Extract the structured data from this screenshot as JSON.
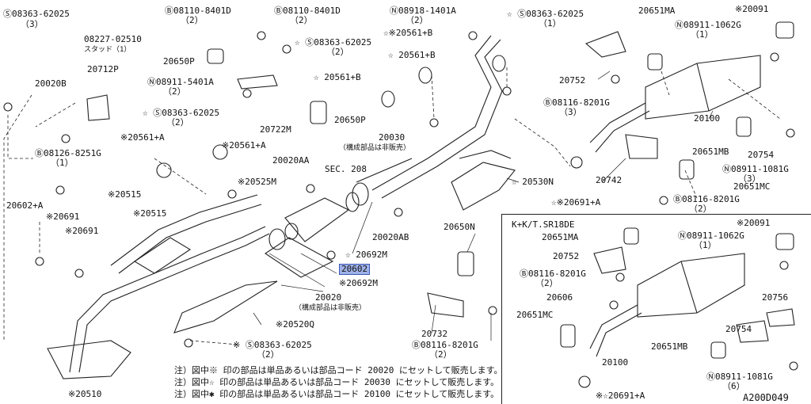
{
  "labels": {
    "l1": "Ⓢ08363-62025",
    "l1b": "（3）",
    "l2": "Ⓑ08110-8401D",
    "l2b": "（2）",
    "l3": "Ⓑ08110-8401D",
    "l3b": "（2）",
    "l4": "Ⓝ08918-1401A",
    "l4b": "（2）",
    "l5": "☆ Ⓢ08363-62025",
    "l5b": "（1）",
    "l6": "20651MA",
    "l7": "※20091",
    "l8": "Ⓝ08911-1062G",
    "l8b": "（1）",
    "l9": "08227-02510",
    "l9b": "スタッド（1）",
    "l10": "☆ Ⓢ08363-62025",
    "l10b": "（2）",
    "l11": "☆※20561+B",
    "l12": "☆ 20561+B",
    "l13": "20650P",
    "l14": "20712P",
    "l15": "20752",
    "l16": "20020B",
    "l17": "Ⓝ08911-5401A",
    "l17b": "（2）",
    "l18": "☆ 20561+B",
    "l19": "Ⓑ08116-8201G",
    "l19b": "（3）",
    "l20": "☆ Ⓢ08363-62025",
    "l20b": "（2）",
    "l21": "20722M",
    "l22": "20650P",
    "l23": "20100",
    "l24": "20030",
    "l24b": "（構成部品は非販売）",
    "l25": "20651MB",
    "l26": "20754",
    "l27": "Ⓑ08126-8251G",
    "l27b": "（1）",
    "l28": "※20561+A",
    "l29": "※20561+A",
    "l30": "Ⓝ08911-1081G",
    "l30b": "（3）",
    "l31": "20020AA",
    "l32": "SEC. 208",
    "l33": "20742",
    "l34": "20651MC",
    "l35": "※20525M",
    "l36": "☆ 20530N",
    "l37": "Ⓑ08116-8201G",
    "l37b": "（2）",
    "l38": "※20515",
    "l39": "☆※20691+A",
    "l40": "20602+A",
    "l41": "※20515",
    "l42": "※20691",
    "l43": "20020AB",
    "l44": "※20691",
    "l45": "20650N",
    "l46": "☆ 20692M",
    "l47": "20602",
    "l48": "※20692M",
    "l49": "20020",
    "l49b": "（構成部品は非販売）",
    "l50": "※20520Q",
    "l51": "20732",
    "l52": "Ⓑ08116-8201G",
    "l52b": "（2）",
    "l53": "※ Ⓢ08363-62025",
    "l53b": "（2）",
    "l54": "※20510"
  },
  "inset": {
    "title": "K+K/T.SR18DE",
    "i1": "20651MA",
    "i2": "※20091",
    "i3": "Ⓝ08911-1062G",
    "i3b": "（1）",
    "i4": "20752",
    "i5": "Ⓑ08116-8201G",
    "i5b": "（2）",
    "i6": "20606",
    "i7": "20756",
    "i8": "20651MC",
    "i9": "20754",
    "i10": "20651MB",
    "i11": "20100",
    "i12": "Ⓝ08911-1081G",
    "i12b": "（6）",
    "i13": "※☆20691+A"
  },
  "notes": [
    "注）図中※ 印の部品は単品あるいは部品コード 20020 にセットして販売します。",
    "注）図中☆ 印の部品は単品あるいは部品コード 20030 にセットして販売します。",
    "注）図中✱ 印の部品は単品あるいは部品コード 20100 にセットして販売します。"
  ],
  "figure_code": "A200D049"
}
